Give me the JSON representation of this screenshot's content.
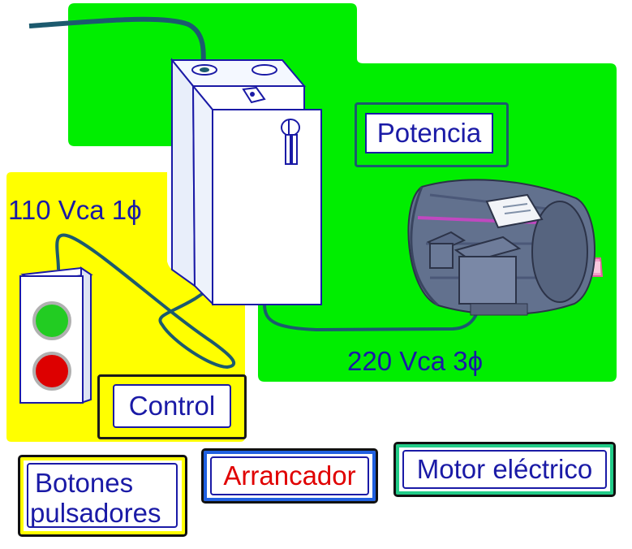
{
  "labels": {
    "potencia": "Potencia",
    "control_voltage": "110 Vca 1ϕ",
    "power_voltage": "220 Vca 3ϕ",
    "control": "Control"
  },
  "legend": {
    "pushbuttons_line1": "Botones",
    "pushbuttons_line2": "pulsadores",
    "starter": "Arrancador",
    "motor": "Motor eléctrico"
  },
  "colors": {
    "power_zone": "#00ee00",
    "control_zone": "#ffff00",
    "text_blue": "#1a1aa6",
    "starter_red": "#e00000",
    "frame_blue": "#1a1aa6",
    "cable": "#1c5a6e",
    "start_button": "#22cc22",
    "stop_button": "#dd0000"
  }
}
